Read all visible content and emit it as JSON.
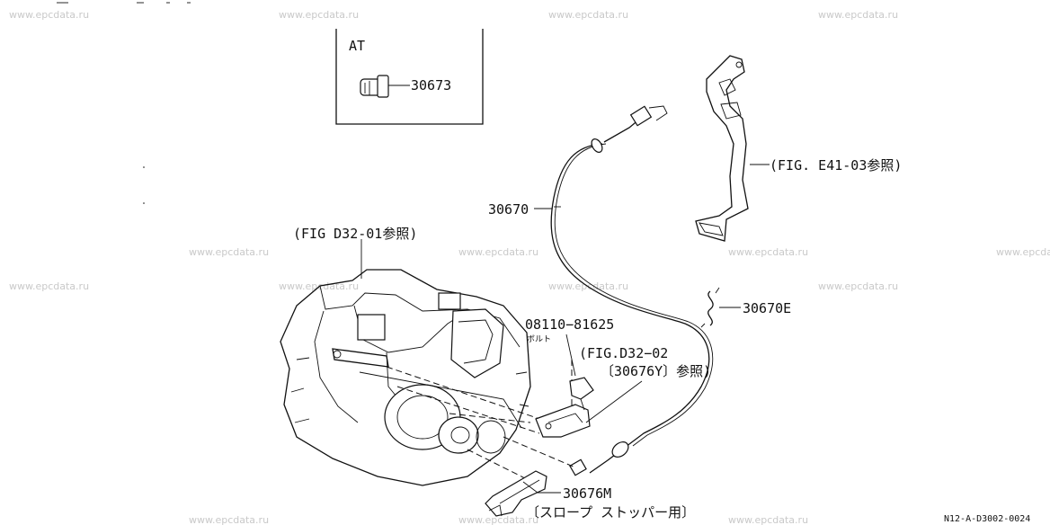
{
  "watermark": "www.epcdata.ru",
  "inset": {
    "title": "AT",
    "part": "30673"
  },
  "labels": {
    "fig_e41": "(FIG. E41-03参照)",
    "cable": "30670",
    "fig_d32_01": "(FIG D32-01参照)",
    "clip": "30670E",
    "bolt_no": "08110−81625",
    "bolt_name": "ボルト",
    "fig_d32_02_a": "(FIG.D32−02",
    "fig_d32_02_b": "〔30676Y〕参照)",
    "stopper_no": "30676M",
    "stopper_desc": "〔スロープ ストッパー用〕"
  },
  "diagram_code": "N12-A-D3002-0024"
}
